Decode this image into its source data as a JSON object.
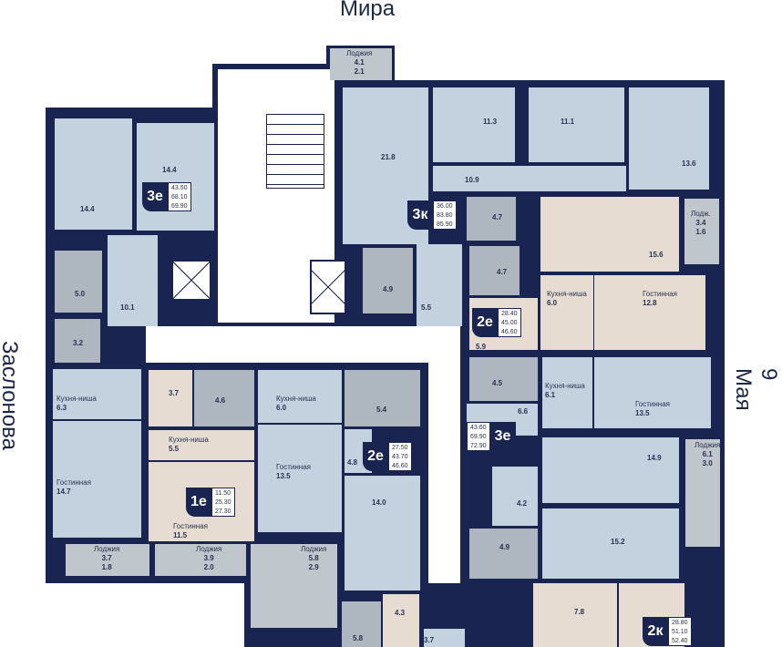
{
  "streets": {
    "top": "Мира",
    "right": "9 Мая",
    "left": "Заслонова"
  },
  "apartments": [
    {
      "type": "3е",
      "areas": [
        "43.50",
        "68.10",
        "69.90"
      ],
      "rooms": [
        {
          "area": "14.4"
        },
        {
          "area": "14.4"
        },
        {
          "area": "5.0"
        },
        {
          "area": "10.1"
        },
        {
          "area": "3.2"
        },
        {
          "name": "Кухня-ниша",
          "area": "6.3"
        },
        {
          "name": "Гостинная",
          "area": "14.7"
        },
        {
          "name": "Лоджия",
          "area": "3.7",
          "area2": "1.8"
        }
      ]
    },
    {
      "type": "3к",
      "areas": [
        "36.00",
        "83.80",
        "85.90"
      ],
      "rooms": [
        {
          "name": "Лоджия",
          "area": "4.1",
          "area2": "2.1"
        },
        {
          "area": "21.8"
        },
        {
          "area": "4.9"
        },
        {
          "area": "5.5"
        },
        {
          "area": "11.3"
        },
        {
          "area": "11.1"
        },
        {
          "area": "10.9"
        },
        {
          "area": "13.6"
        }
      ]
    },
    {
      "type": "2е",
      "areas": [
        "28.40",
        "45.00",
        "46.60"
      ],
      "rooms": [
        {
          "area": "4.7"
        },
        {
          "area": "4.7"
        },
        {
          "area": "5.9"
        },
        {
          "area": "15.6"
        },
        {
          "name": "Лодж.",
          "area": "3.4",
          "area2": "1.6"
        },
        {
          "name": "Кухня-ниша",
          "area": "6.0"
        },
        {
          "name": "Гостинная",
          "area": "12.8"
        }
      ]
    },
    {
      "type": "3е",
      "areas": [
        "43.60",
        "69.90",
        "72.90"
      ],
      "rooms": [
        {
          "area": "4.5"
        },
        {
          "area": "6.6"
        },
        {
          "name": "Кухня-ниша",
          "area": "6.1"
        },
        {
          "name": "Гостинная",
          "area": "13.5"
        },
        {
          "area": "14.9"
        },
        {
          "name": "Лоджия",
          "area": "6.1",
          "area2": "3.0"
        },
        {
          "area": "4.2"
        },
        {
          "area": "4.9"
        },
        {
          "area": "15.2"
        }
      ]
    },
    {
      "type": "1е",
      "areas": [
        "11.50",
        "25.30",
        "27.30"
      ],
      "rooms": [
        {
          "area": "3.7"
        },
        {
          "area": "4.6"
        },
        {
          "name": "Кухня-ниша",
          "area": "5.5"
        },
        {
          "name": "Гостинная",
          "area": "11.5"
        },
        {
          "name": "Лоджия",
          "area": "3.9",
          "area2": "2.0"
        }
      ]
    },
    {
      "type": "2е",
      "areas": [
        "27.50",
        "43.70",
        "46.60"
      ],
      "rooms": [
        {
          "name": "Кухня-ниша",
          "area": "6.0"
        },
        {
          "name": "Гостинная",
          "area": "13.5"
        },
        {
          "name": "Лоджия",
          "area": "5.8",
          "area2": "2.9"
        },
        {
          "area": "5.4"
        },
        {
          "area": "4.8"
        },
        {
          "area": "14.0"
        }
      ]
    },
    {
      "type": "2к",
      "areas": [
        "28.80",
        "51.10",
        "52.40"
      ],
      "rooms": [
        {
          "area": "7.8"
        },
        {
          "area": ""
        }
      ]
    },
    {
      "type": "",
      "areas": [],
      "rooms": [
        {
          "area": "4.3"
        },
        {
          "area": "5.8"
        },
        {
          "area": "3.7"
        }
      ]
    }
  ],
  "colors": {
    "wall": "#1a2450",
    "room": "#c4d2df",
    "beige": "#e6dcd2",
    "bath": "#aeb6bf",
    "loggia": "#bfc6cc"
  }
}
